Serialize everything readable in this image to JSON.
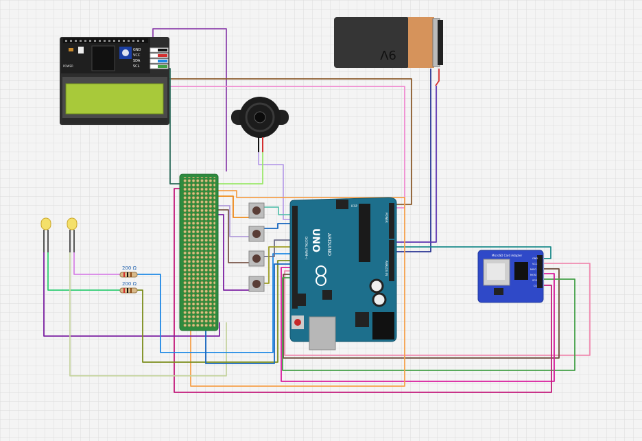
{
  "lcd": {
    "labels": {
      "gnd": "GND",
      "vcc": "VCC",
      "sda": "SDA",
      "scl": "SCL",
      "power": "POWER"
    }
  },
  "battery": {
    "label": "9V"
  },
  "resistors": [
    {
      "label": "200 Ω"
    },
    {
      "label": "200 Ω"
    }
  ],
  "arduino": {
    "brand": "UNO",
    "sub": "ARDUINO",
    "icsp": "ICSP",
    "digital_header": "DIGITAL (PWM~)",
    "analog_header": "ANALOG IN",
    "power_header": "POWER"
  },
  "sd_module": {
    "label": "MicroSD Card Adapter",
    "pins": [
      "GND",
      "VCC",
      "MISO",
      "MOSI",
      "SCK",
      "CS"
    ]
  },
  "colors": {
    "grid": "#dcdcdc",
    "arduino": "#1d6f8c",
    "perfboard": "#2e8b3e",
    "lcd_screen": "#a8c93a",
    "sd_board": "#2f49c8",
    "battery": "#d6935b"
  }
}
